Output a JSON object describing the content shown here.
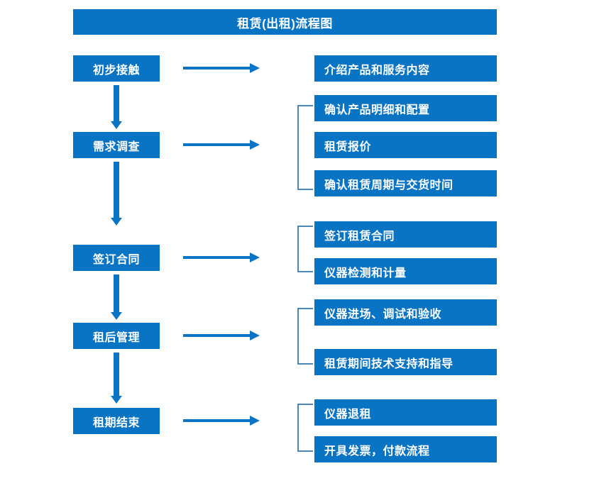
{
  "diagram": {
    "title": "租赁(出租)流程图",
    "colors": {
      "box_fill": "#0a74c4",
      "box_text": "#ffffff",
      "arrow": "#0b74c4",
      "bracket": "#4a86b8",
      "background": "#ffffff"
    },
    "stages": [
      {
        "label": "初步接触",
        "details": [
          "介绍产品和服务内容"
        ],
        "bracketed": false
      },
      {
        "label": "需求调查",
        "details": [
          "确认产品明细和配置",
          "租赁报价",
          "确认租赁周期与交货时间"
        ],
        "bracketed": true
      },
      {
        "label": "签订合同",
        "details": [
          "签订租赁合同",
          "仪器检测和计量"
        ],
        "bracketed": true
      },
      {
        "label": "租后管理",
        "details": [
          "仪器进场、调试和验收",
          "租赁期间技术支持和指导"
        ],
        "bracketed": true
      },
      {
        "label": "租期结束",
        "details": [
          "仪器退租",
          "开具发票，付款流程"
        ],
        "bracketed": true
      }
    ],
    "connectors": {
      "stage_to_detail": "horizontal-arrow-right",
      "stage_to_stage": "vertical-arrow-down",
      "detail_group": "square-bracket-left"
    }
  }
}
